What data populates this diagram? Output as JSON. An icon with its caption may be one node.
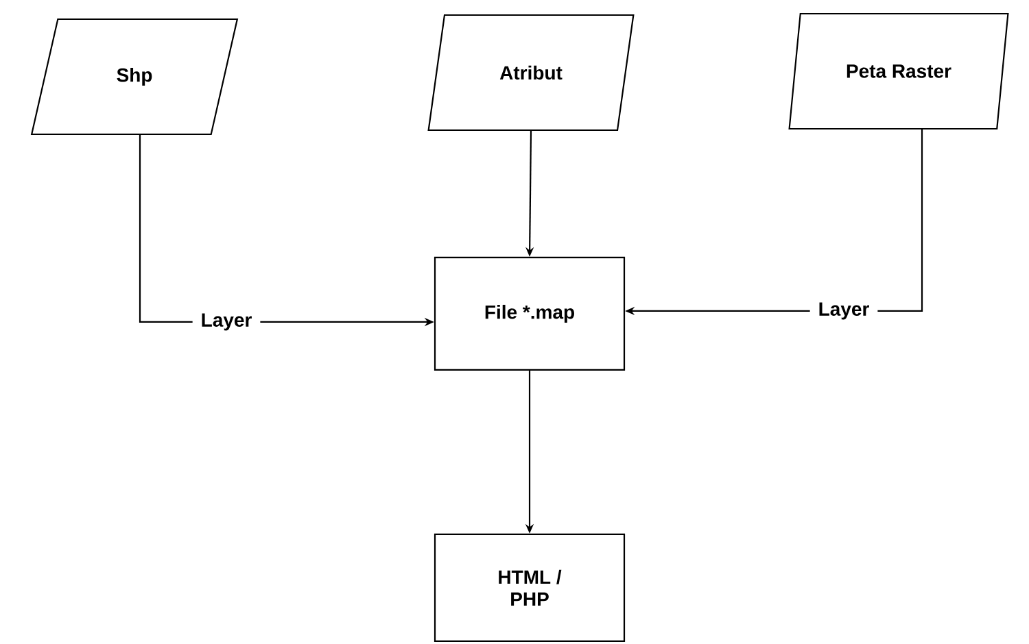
{
  "diagram": {
    "nodes": [
      {
        "text": [
          "Shp"
        ]
      },
      {
        "text": [
          "Atribut"
        ]
      },
      {
        "text": [
          "Peta Raster"
        ]
      },
      {
        "text": [
          "File *.map"
        ]
      },
      {
        "text": [
          "HTML / PHP"
        ]
      }
    ],
    "edges": [
      {
        "from": 0,
        "to": 3,
        "arrow": "to",
        "label": "Layer"
      },
      {
        "from": 1,
        "to": 3,
        "arrow": "to"
      },
      {
        "from": 2,
        "to": 3,
        "arrow": "to",
        "label": "Layer"
      },
      {
        "from": 3,
        "to": 4,
        "arrow": "to"
      }
    ]
  }
}
